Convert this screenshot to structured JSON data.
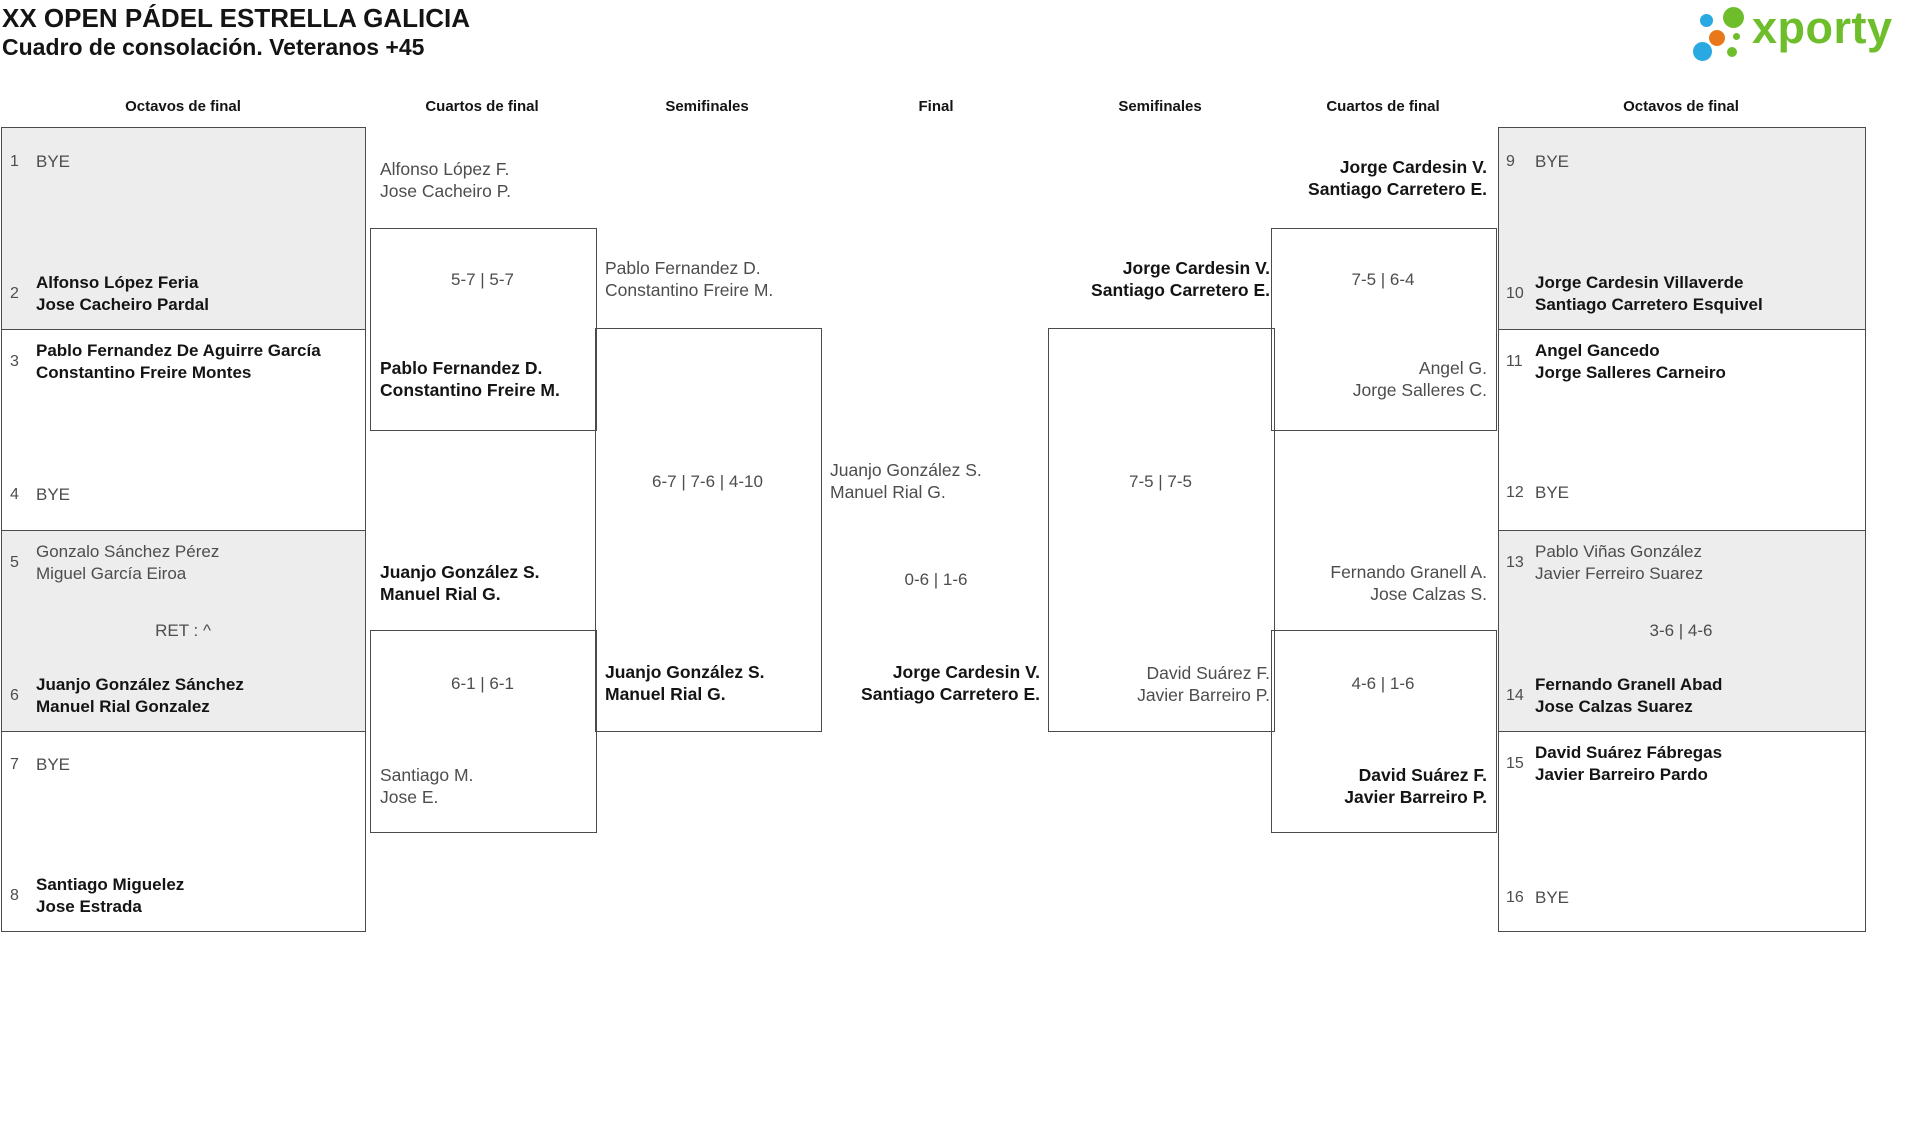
{
  "page": {
    "title": "XX OPEN PÁDEL ESTRELLA GALICIA",
    "subtitle": "Cuadro de consolación. Veteranos +45"
  },
  "logo": {
    "text": "xporty",
    "green": "#6ebe2b",
    "blue": "#29a9e1",
    "orange": "#e8781a"
  },
  "rounds": {
    "r16_left": "Octavos de final",
    "qf_left": "Cuartos de final",
    "sf_left": "Semifinales",
    "final": "Final",
    "sf_right": "Semifinales",
    "qf_right": "Cuartos de final",
    "r16_right": "Octavos de final"
  },
  "bracket_left": {
    "seeds": [
      {
        "num": "1",
        "name1": "BYE",
        "name2": ""
      },
      {
        "num": "2",
        "name1": "Alfonso López Feria",
        "name2": "Jose Cacheiro Pardal",
        "winner": true
      },
      {
        "num": "3",
        "name1": "Pablo Fernandez De Aguirre García",
        "name2": "Constantino Freire Montes",
        "winner": true
      },
      {
        "num": "4",
        "name1": "BYE",
        "name2": ""
      },
      {
        "num": "5",
        "name1": "Gonzalo Sánchez Pérez",
        "name2": "Miguel García Eiroa",
        "winner": false
      },
      {
        "num": "6",
        "name1": "Juanjo González Sánchez",
        "name2": "Manuel Rial Gonzalez",
        "winner": true
      },
      {
        "num": "7",
        "name1": "BYE",
        "name2": ""
      },
      {
        "num": "8",
        "name1": "Santiago Miguelez",
        "name2": "Jose Estrada",
        "winner": true
      }
    ],
    "note": "RET : ^"
  },
  "bracket_right": {
    "seeds": [
      {
        "num": "9",
        "name1": "BYE",
        "name2": ""
      },
      {
        "num": "10",
        "name1": "Jorge Cardesin Villaverde",
        "name2": "Santiago Carretero Esquivel",
        "winner": true
      },
      {
        "num": "11",
        "name1": "Angel Gancedo",
        "name2": "Jorge Salleres Carneiro",
        "winner": true
      },
      {
        "num": "12",
        "name1": "BYE",
        "name2": ""
      },
      {
        "num": "13",
        "name1": "Pablo Viñas González",
        "name2": "Javier Ferreiro Suarez",
        "winner": false
      },
      {
        "num": "14",
        "name1": "Fernando Granell Abad",
        "name2": "Jose Calzas Suarez",
        "winner": true
      },
      {
        "num": "15",
        "name1": "David Suárez Fábregas",
        "name2": "Javier Barreiro Pardo",
        "winner": true
      },
      {
        "num": "16",
        "name1": "BYE",
        "name2": ""
      }
    ],
    "note": "3-6 | 4-6"
  },
  "matches": {
    "qf1": {
      "top1": "Alfonso López F.",
      "top2": "Jose Cacheiro P.",
      "score": "5-7 | 5-7",
      "bot1": "Pablo Fernandez D.",
      "bot2": "Constantino Freire M."
    },
    "qf2": {
      "top1": "Juanjo González S.",
      "top2": "Manuel Rial G.",
      "score": "6-1 | 6-1",
      "bot1": "Santiago M.",
      "bot2": "Jose E."
    },
    "sf1": {
      "top1": "Pablo Fernandez D.",
      "top2": "Constantino Freire M.",
      "score": "6-7 | 7-6 | 4-10",
      "bot1": "Juanjo González S.",
      "bot2": "Manuel Rial G."
    },
    "final": {
      "top1": "Juanjo González S.",
      "top2": "Manuel Rial G.",
      "score": "0-6 | 1-6",
      "bot1": "Jorge Cardesin V.",
      "bot2": "Santiago Carretero E."
    },
    "sf2": {
      "top1": "Jorge Cardesin V.",
      "top2": "Santiago Carretero E.",
      "score": "7-5 | 7-5",
      "bot1": "David Suárez F.",
      "bot2": "Javier Barreiro P."
    },
    "qfr1": {
      "top1": "Jorge Cardesin V.",
      "top2": "Santiago Carretero E.",
      "score": "7-5 | 6-4",
      "bot1": "Angel G.",
      "bot2": "Jorge Salleres C."
    },
    "qfr2": {
      "top1": "Fernando Granell A.",
      "top2": "Jose Calzas S.",
      "score": "4-6 | 1-6",
      "bot1": "David Suárez F.",
      "bot2": "Javier Barreiro P."
    }
  }
}
